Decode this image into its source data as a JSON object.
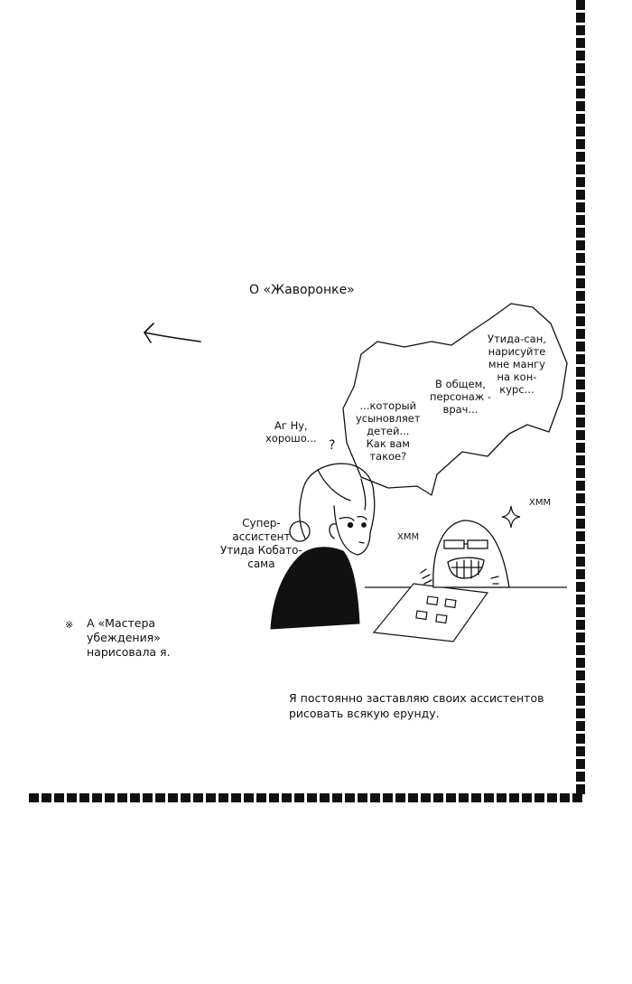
{
  "note_title": "О «Жаворонке»",
  "speech": {
    "line1": "Утида-сан,\nнарисуйте\nмне мангу\nна кон-\nкурс...",
    "line2": "В общем,\nперсонаж -\nврач...",
    "line3": "...который\nусыновляет\nдетей...\nКак вам\nтакое?"
  },
  "reply": "Аг Ну,\nхорошо...",
  "question_mark": "?",
  "assistant_label": "Супер-\nассистент\nУтида Кобато-\nсама",
  "sfx_left": "ХММ",
  "sfx_right": "ХММ",
  "footnote": "А «Мастера\nубеждения»\nнарисовала я.",
  "footnote_mark": "※",
  "caption": "Я постоянно заставляю своих ассистентов\nрисовать всякую ерунду."
}
